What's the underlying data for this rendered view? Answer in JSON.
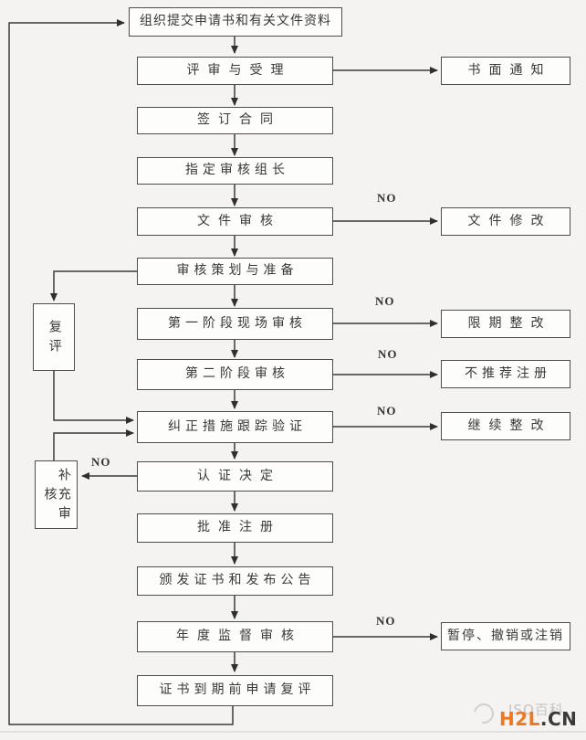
{
  "flow": {
    "main_steps": [
      {
        "label": "组织提交申请书和有关文件资料"
      },
      {
        "label": "评审与受理"
      },
      {
        "label": "签订合同"
      },
      {
        "label": "指定审核组长"
      },
      {
        "label": "文件审核"
      },
      {
        "label": "审核策划与准备"
      },
      {
        "label": "第一阶段现场审核"
      },
      {
        "label": "第二阶段审核"
      },
      {
        "label": "纠正措施跟踪验证"
      },
      {
        "label": "认证决定"
      },
      {
        "label": "批准注册"
      },
      {
        "label": "颁发证书和发布公告"
      },
      {
        "label": "年度监督审核"
      },
      {
        "label": "证书到期前申请复评"
      }
    ],
    "left_steps": [
      {
        "label": "复评"
      },
      {
        "label": "补充审核"
      }
    ],
    "right_steps": [
      {
        "label": "书面通知"
      },
      {
        "label": "文件修改"
      },
      {
        "label": "限期整改"
      },
      {
        "label": "不推荐注册"
      },
      {
        "label": "继续整改"
      },
      {
        "label": "暂停、撤销或注销"
      }
    ],
    "no_labels": [
      "NO",
      "NO",
      "NO",
      "NO",
      "NO",
      "NO"
    ]
  },
  "watermark": {
    "faint_text": "ISO百科",
    "brand_primary": "H2L",
    "brand_suffix": ".CN"
  },
  "colors": {
    "line": "#3b3b3b",
    "box_border": "#4e4e4e",
    "box_fill": "#fdfdfc",
    "background": "#f4f3f1",
    "watermark_orange": "#f1761d",
    "watermark_dark": "#3a3a3a"
  }
}
